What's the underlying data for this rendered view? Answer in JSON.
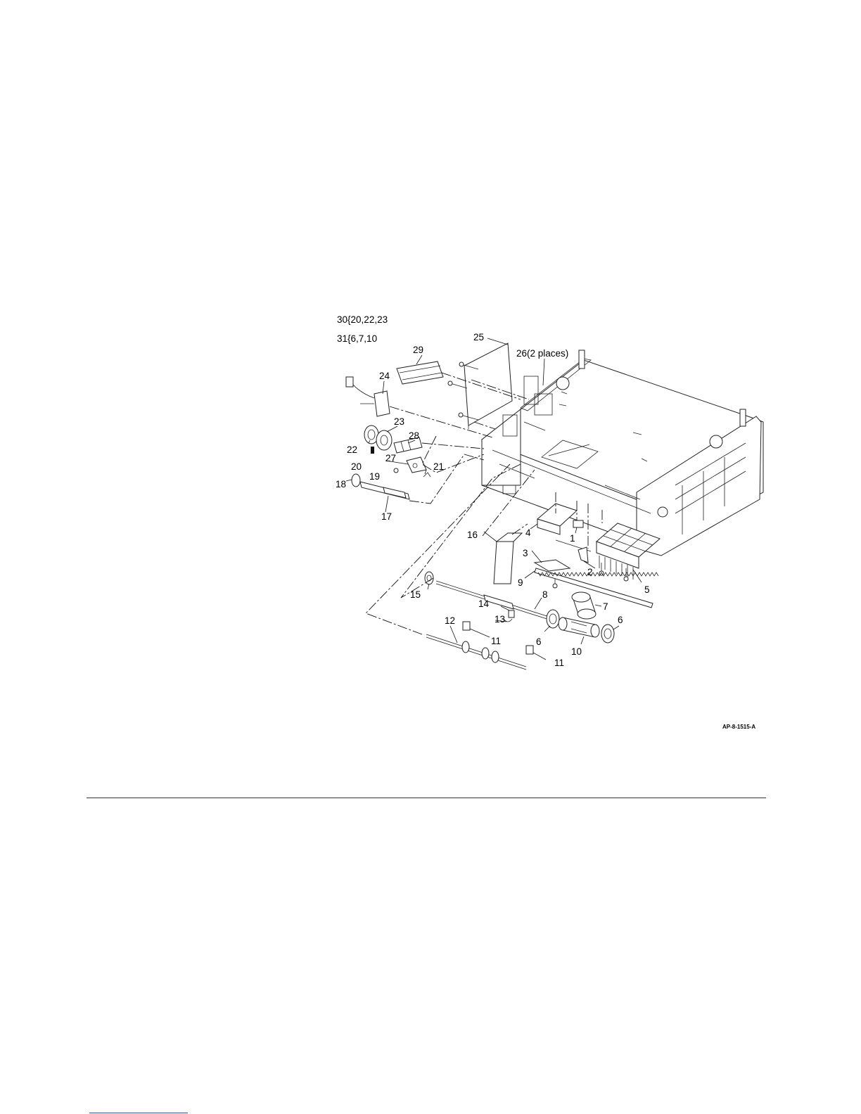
{
  "kits": [
    {
      "id": "30",
      "members": "{20,22,23"
    },
    {
      "id": "31",
      "members": "{6,7,10"
    }
  ],
  "callouts": {
    "c1": "1",
    "c2": "2",
    "c3": "3",
    "c4": "4",
    "c5": "5",
    "c6a": "6",
    "c6b": "6",
    "c7": "7",
    "c8": "8",
    "c9": "9",
    "c10": "10",
    "c11a": "11",
    "c11b": "11",
    "c12": "12",
    "c13": "13",
    "c14": "14",
    "c15": "15",
    "c16": "16",
    "c17": "17",
    "c18": "18",
    "c19": "19",
    "c20": "20",
    "c21": "21",
    "c22": "22",
    "c23": "23",
    "c24": "24",
    "c25": "25",
    "c26": "26(2 places)",
    "c27": "27",
    "c28": "28",
    "c29": "29"
  },
  "figure_code": "AP-8-1515-A"
}
